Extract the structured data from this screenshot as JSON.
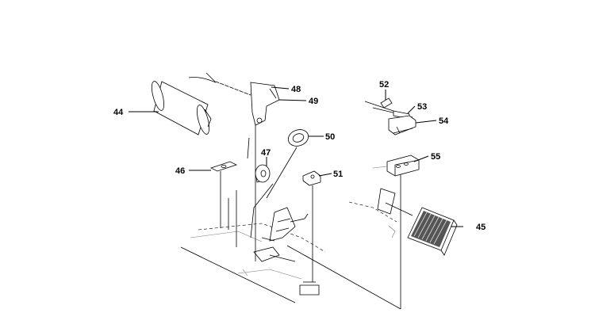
{
  "diagram": {
    "callouts": [
      {
        "id": "44",
        "label": "44"
      },
      {
        "id": "45",
        "label": "45"
      },
      {
        "id": "46",
        "label": "46"
      },
      {
        "id": "47",
        "label": "47"
      },
      {
        "id": "48",
        "label": "48"
      },
      {
        "id": "49",
        "label": "49"
      },
      {
        "id": "50",
        "label": "50"
      },
      {
        "id": "51",
        "label": "51"
      },
      {
        "id": "52",
        "label": "52"
      },
      {
        "id": "53",
        "label": "53"
      },
      {
        "id": "54",
        "label": "54"
      },
      {
        "id": "55",
        "label": "55"
      }
    ]
  }
}
